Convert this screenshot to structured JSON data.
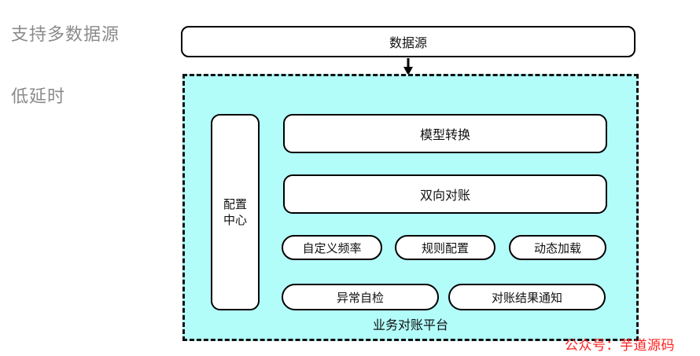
{
  "annotations": {
    "multi_source": "支持多数据源",
    "low_latency": "低延时"
  },
  "datasource": {
    "label": "数据源"
  },
  "arrow": {
    "icon": "arrow-down-icon"
  },
  "platform": {
    "caption": "业务对账平台",
    "fill_color": "#b2fcfa",
    "border_color": "#111111",
    "config_center": {
      "line1": "配置",
      "line2": "中心"
    },
    "wide_nodes": [
      {
        "label": "模型转换"
      },
      {
        "label": "双向对账"
      }
    ],
    "pill_nodes": [
      {
        "label": "自定义频率"
      },
      {
        "label": "规则配置"
      },
      {
        "label": "动态加载"
      }
    ],
    "bottom_nodes": [
      {
        "label": "异常自检"
      },
      {
        "label": "对账结果通知"
      }
    ]
  },
  "watermark": {
    "text": "公众号：芋道源码",
    "color": "#ff2020"
  }
}
